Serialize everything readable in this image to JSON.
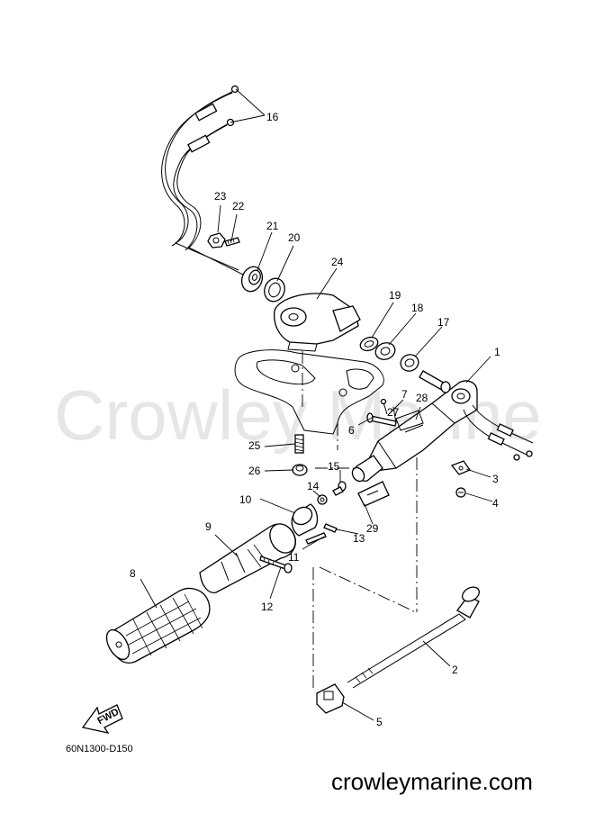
{
  "watermark": {
    "text": "Crowley Marine"
  },
  "footer": {
    "site": "crowleymarine.com",
    "diagram_code": "60N1300-D150"
  },
  "fwd_label": "FWD",
  "callouts": [
    {
      "id": "c1",
      "label": "1"
    },
    {
      "id": "c2",
      "label": "2"
    },
    {
      "id": "c3",
      "label": "3"
    },
    {
      "id": "c4",
      "label": "4"
    },
    {
      "id": "c5",
      "label": "5"
    },
    {
      "id": "c6",
      "label": "6"
    },
    {
      "id": "c7",
      "label": "7"
    },
    {
      "id": "c8",
      "label": "8"
    },
    {
      "id": "c9",
      "label": "9"
    },
    {
      "id": "c10",
      "label": "10"
    },
    {
      "id": "c11",
      "label": "11"
    },
    {
      "id": "c12",
      "label": "12"
    },
    {
      "id": "c13",
      "label": "13"
    },
    {
      "id": "c14",
      "label": "14"
    },
    {
      "id": "c15",
      "label": "15"
    },
    {
      "id": "c16",
      "label": "16"
    },
    {
      "id": "c17",
      "label": "17"
    },
    {
      "id": "c18",
      "label": "18"
    },
    {
      "id": "c19",
      "label": "19"
    },
    {
      "id": "c20",
      "label": "20"
    },
    {
      "id": "c21",
      "label": "21"
    },
    {
      "id": "c22",
      "label": "22"
    },
    {
      "id": "c23",
      "label": "23"
    },
    {
      "id": "c24",
      "label": "24"
    },
    {
      "id": "c25",
      "label": "25"
    },
    {
      "id": "c26",
      "label": "26"
    },
    {
      "id": "c27",
      "label": "27"
    },
    {
      "id": "c28",
      "label": "28"
    },
    {
      "id": "c29",
      "label": "29"
    }
  ]
}
